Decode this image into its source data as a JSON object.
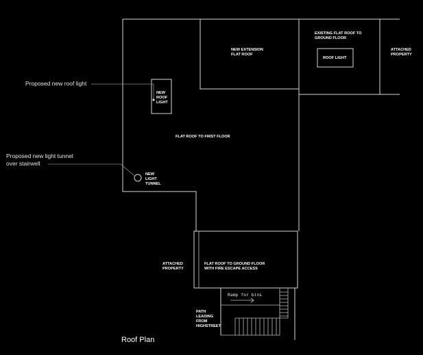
{
  "annotations": {
    "roof_light": "Proposed new roof light",
    "light_tunnel_line1": "Proposed new light tunnel",
    "light_tunnel_line2": "over stairwell"
  },
  "labels": {
    "new_extension_1": "NEW EXTENSION",
    "new_extension_2": "FLAT ROOF",
    "existing_flat_roof_1": "EXISTING FLAT ROOF TO",
    "existing_flat_roof_2": "GROUND FLOOR",
    "roof_light": "ROOF LIGHT",
    "attached_property_right_1": "ATTACHED",
    "attached_property_right_2": "PROPERTY",
    "new_roof_light_1": "NEW",
    "new_roof_light_2": "ROOF",
    "new_roof_light_3": "LIGHT",
    "flat_roof_first_floor": "FLAT ROOF TO FIRST FLOOR",
    "new_light_tunnel_1": "NEW",
    "new_light_tunnel_2": "LIGHT",
    "new_light_tunnel_3": "TUNNEL",
    "attached_property_left_1": "ATTACHED",
    "attached_property_left_2": "PROPERTY",
    "flat_roof_ground_1": "FLAT ROOF TO GROUND FLOOR",
    "flat_roof_ground_2": "WITH FIRE ESCAPE ACCESS",
    "ramp": "Ramp for bins",
    "path_1": "PATH",
    "path_2": "LEADING",
    "path_3": "FROM",
    "path_4": "HIGHSTREET"
  },
  "title": "Roof Plan",
  "colors": {
    "background": "#000000",
    "lines": "#d8d8d8",
    "text": "#ffffff"
  }
}
